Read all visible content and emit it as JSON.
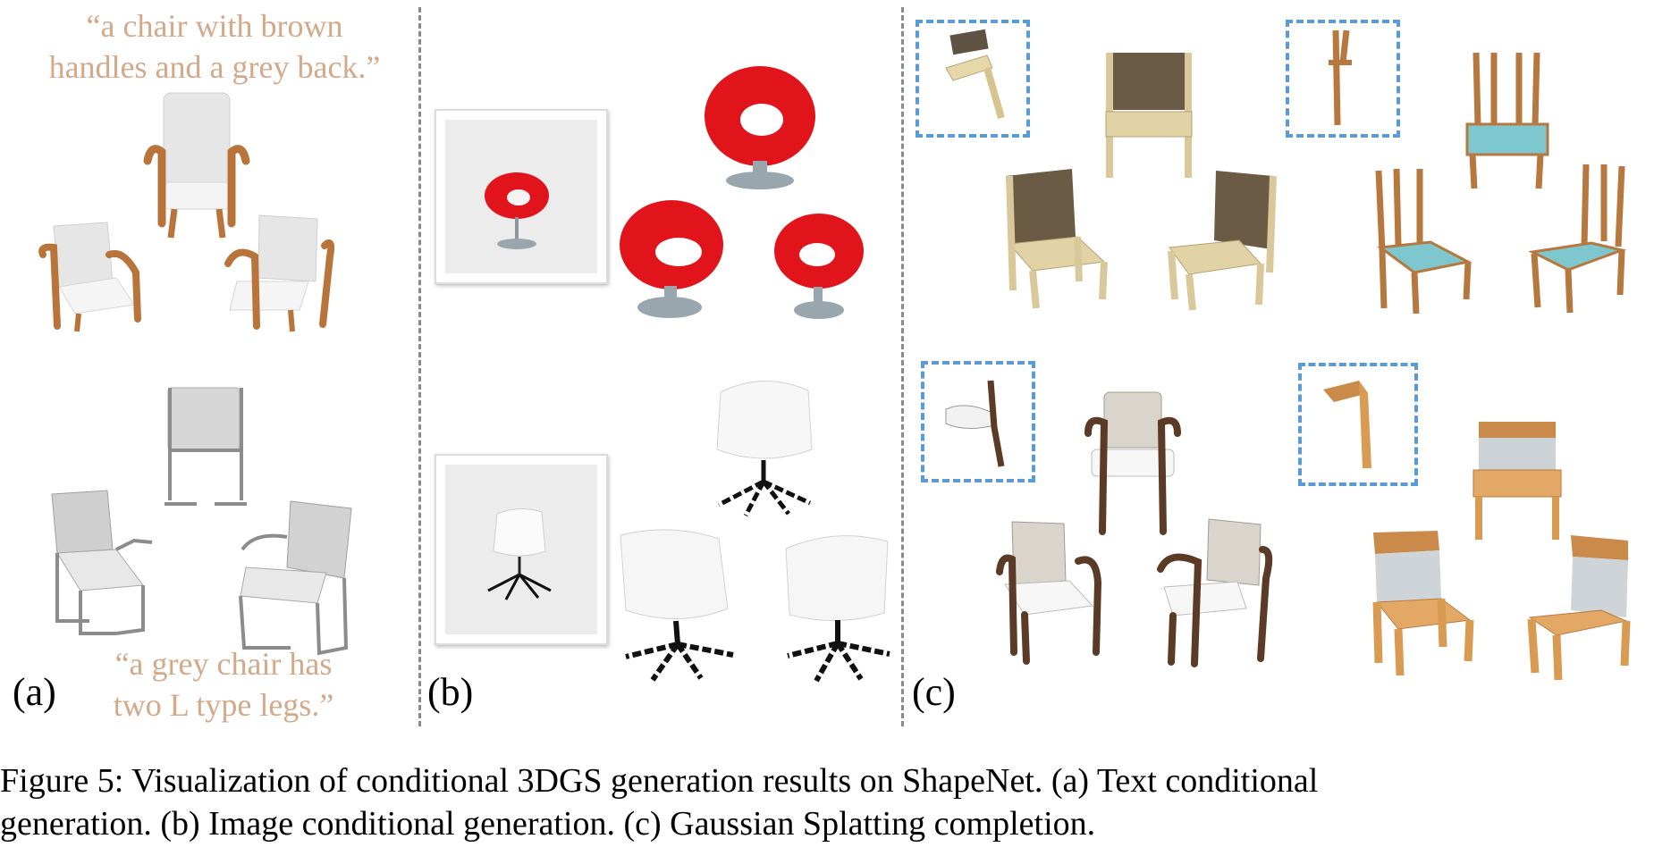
{
  "panels": {
    "a": {
      "label": "(a)",
      "prompt_top": [
        "“a chair with brown",
        "handles and a grey back.”"
      ],
      "prompt_bottom": [
        "“a grey chair has",
        "two L type legs.”"
      ]
    },
    "b": {
      "label": "(b)"
    },
    "c": {
      "label": "(c)"
    }
  },
  "caption": {
    "line1": "Figure 5: Visualization of conditional 3DGS generation results on ShapeNet. (a) Text conditional",
    "line2": "generation. (b) Image conditional generation. (c) Gaussian Splatting completion."
  },
  "colors": {
    "prompt_text": "#d4a98a",
    "divider": "#8a8a8a",
    "crop_box": "#5a9bd5",
    "wood_brown": "#b8743a",
    "grey_fabric": "#e4e4e4",
    "red_seat": "#e0141a",
    "steel": "#9aa6ae",
    "light_wood": "#d9c89a",
    "teal_seat": "#7fc7cf",
    "dark_wood": "#5b3a26",
    "orange_wood": "#d99a52"
  }
}
